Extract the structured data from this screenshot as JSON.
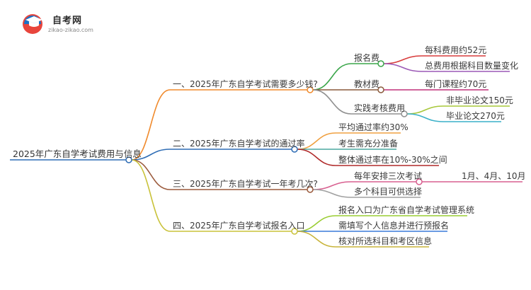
{
  "logo": {
    "brand": "自考网",
    "url": "zikao-zikao.com",
    "icon": "graduation-cap-icon"
  },
  "colors": {
    "root": "#2f6db5",
    "branch1": "#f08a2c",
    "branch2": "#2f6db5",
    "branch3": "#9b5a3c",
    "branch4": "#c9c23a",
    "sub_green": "#3aa64a",
    "sub_brown": "#8a5a3c",
    "sub_gray": "#909090",
    "leaf_red": "#d83b3b",
    "leaf_purple": "#9b59b6",
    "leaf_magenta": "#c0307a",
    "leaf_yellowgreen": "#a8c83a",
    "leaf_cyan": "#3ab0c8",
    "leaf_orange": "#f0a040",
    "leaf_teal": "#4aa8a0",
    "leaf_darkred": "#b02a2a",
    "leaf_pink": "#d86090",
    "leaf_grayish": "#a0a0a0",
    "leaf_lime": "#9acd32",
    "leaf_blue": "#3a7ad8",
    "leaf_olive": "#c8b43a"
  },
  "root": {
    "label": "2025年广东自学考试费用与信息"
  },
  "branches": [
    {
      "label": "一、2025年广东自学考试需要多少钱?",
      "children": [
        {
          "label": "报名费",
          "children": [
            {
              "label": "每科费用约52元"
            },
            {
              "label": "总费用根据科目数量变化"
            }
          ]
        },
        {
          "label": "教材费",
          "children": [
            {
              "label": "每门课程约70元"
            }
          ]
        },
        {
          "label": "实践考核费用",
          "children": [
            {
              "label": "非毕业论文150元"
            },
            {
              "label": "毕业论文270元"
            }
          ]
        }
      ]
    },
    {
      "label": "二、2025年广东自学考试的通过率",
      "children": [
        {
          "label": "平均通过率约30%"
        },
        {
          "label": "考生需充分准备"
        },
        {
          "label": "整体通过率在10%-30%之间"
        }
      ]
    },
    {
      "label": "三、2025年广东自学考试一年考几次?",
      "children": [
        {
          "label": "每年安排三次考试",
          "children": [
            {
              "label": "1月、4月、10月"
            }
          ]
        },
        {
          "label": "多个科目可供选择"
        }
      ]
    },
    {
      "label": "四、2025年广东自学考试报名入口",
      "children": [
        {
          "label": "报名入口为广东省自学考试管理系统"
        },
        {
          "label": "需填写个人信息并进行预报名"
        },
        {
          "label": "核对所选科目和考区信息"
        }
      ]
    }
  ]
}
